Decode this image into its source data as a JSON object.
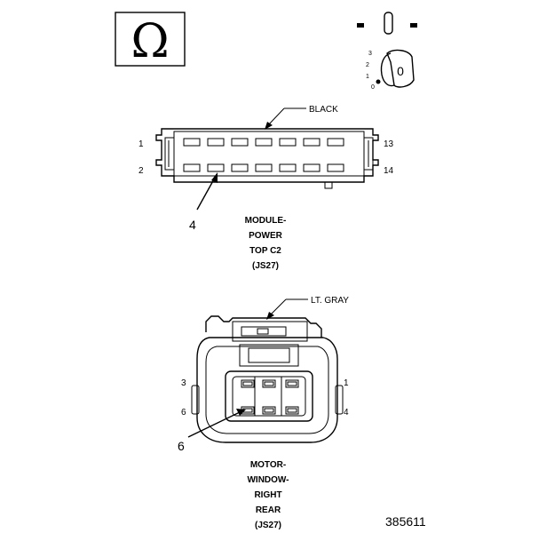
{
  "symbol_box": {
    "glyph": "Ω"
  },
  "ignition": {
    "key_label": "0",
    "positions": [
      "3",
      "2",
      "1",
      "0"
    ]
  },
  "connector_top": {
    "color_label": "BLACK",
    "pin_left_top": "1",
    "pin_left_bottom": "2",
    "pin_right_top": "13",
    "pin_right_bottom": "14",
    "callout": "4",
    "name_lines": [
      "MODULE-",
      "POWER",
      "TOP C2",
      "(JS27)"
    ]
  },
  "connector_bottom": {
    "color_label": "LT. GRAY",
    "pin_left_top": "3",
    "pin_left_bottom": "6",
    "pin_right_top": "1",
    "pin_right_bottom": "4",
    "callout": "6",
    "name_lines": [
      "MOTOR-",
      "WINDOW-",
      "RIGHT",
      "REAR",
      "(JS27)"
    ]
  },
  "figure_number": "385611"
}
